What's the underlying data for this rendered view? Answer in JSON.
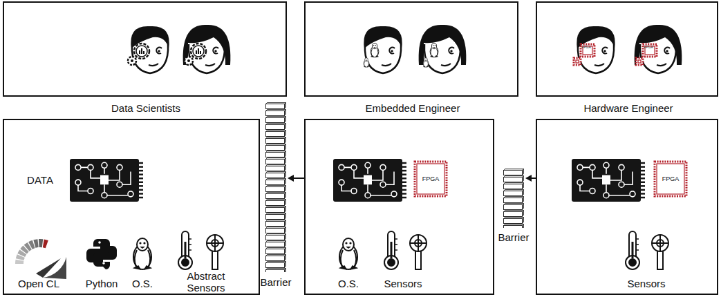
{
  "diagram": {
    "nodes": [
      {
        "text": [
          "Data Scientists"
        ]
      },
      {
        "text": [
          "Embedded Engineer"
        ]
      },
      {
        "text": [
          "Hardware Engineer"
        ]
      },
      {
        "text": [
          "DATA",
          "Open CL",
          "Python",
          "O.S.",
          "Abstract Sensors"
        ]
      },
      {
        "text": [
          "Barrier"
        ]
      },
      {
        "text": [
          "FPGA",
          "O.S.",
          "Sensors"
        ]
      },
      {
        "text": [
          "Barrier"
        ]
      },
      {
        "text": [
          "FPGA",
          "Sensors"
        ]
      }
    ],
    "edges": [
      {
        "from": 5,
        "to": 4,
        "arrow": "to"
      },
      {
        "from": 7,
        "to": 6,
        "arrow": "to"
      }
    ],
    "labels": [
      "FPGA",
      "FPGA"
    ]
  }
}
